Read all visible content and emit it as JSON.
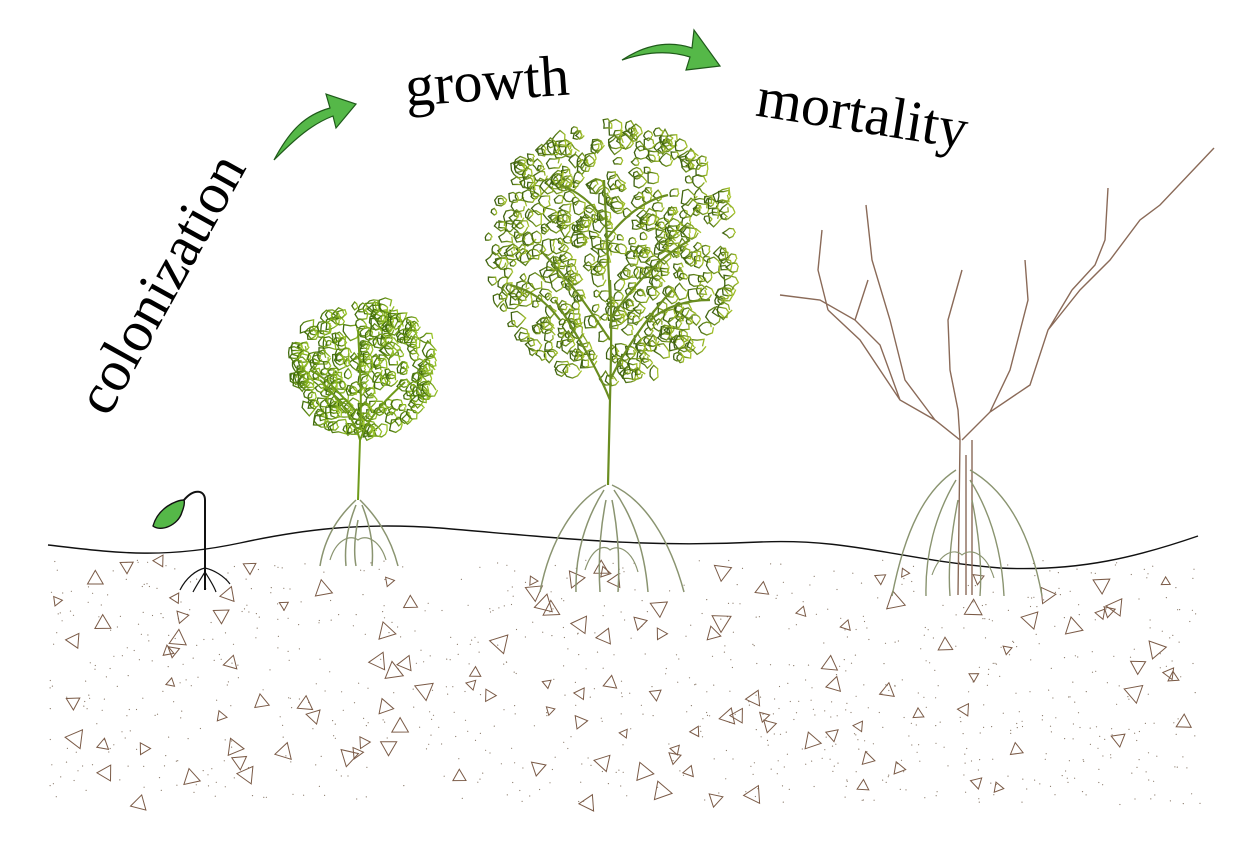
{
  "stages": [
    {
      "id": "colonization",
      "label": "colonization"
    },
    {
      "id": "growth",
      "label": "growth"
    },
    {
      "id": "mortality",
      "label": "mortality"
    }
  ],
  "colors": {
    "arrow_fill": "#55b848",
    "arrow_stroke": "#1f5a1a",
    "ground_line": "#111111",
    "soil_marks": "#7a5a46",
    "seedling": "#111111",
    "seedling_leaf": "#55b848",
    "young_canopy": [
      "#3f6a0c",
      "#6e9a1a",
      "#9ec92a"
    ],
    "young_roots": "#8a9470",
    "mature_canopy": [
      "#3b5e10",
      "#6a8d20",
      "#a9c72b"
    ],
    "dead_tree": "#8a6a58"
  },
  "icons": [
    "green-curved-arrow-icon",
    "seedling-icon",
    "young-mangrove-icon",
    "mature-mangrove-icon",
    "dead-mangrove-icon"
  ]
}
